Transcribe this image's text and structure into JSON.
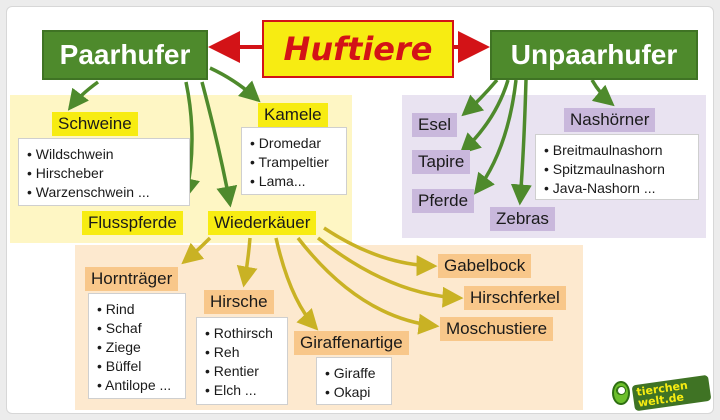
{
  "title": "Huftiere",
  "groups": {
    "paarhufer": "Paarhufer",
    "unpaarhufer": "Unpaarhufer"
  },
  "paarhufer_children": {
    "schweine": {
      "label": "Schweine",
      "items": [
        "Wildschwein",
        "Hirscheber",
        "Warzenschwein ..."
      ]
    },
    "kamele": {
      "label": "Kamele",
      "items": [
        "Dromedar",
        "Trampeltier",
        "Lama..."
      ]
    },
    "flusspferde": {
      "label": "Flusspferde"
    },
    "wiederkaeuer": {
      "label": "Wiederkäuer"
    }
  },
  "wiederkaeuer_children": {
    "horntraeger": {
      "label": "Hornträger",
      "items": [
        "Rind",
        "Schaf",
        "Ziege",
        "Büffel",
        "Antilope ..."
      ]
    },
    "hirsche": {
      "label": "Hirsche",
      "items": [
        "Rothirsch",
        "Reh",
        "Rentier",
        "Elch ..."
      ]
    },
    "giraffenartige": {
      "label": "Giraffenartige",
      "items": [
        "Giraffe",
        "Okapi"
      ]
    },
    "gabelbock": {
      "label": "Gabelbock"
    },
    "hirschferkel": {
      "label": "Hirschferkel"
    },
    "moschustiere": {
      "label": "Moschustiere"
    }
  },
  "unpaarhufer_children": {
    "esel": {
      "label": "Esel"
    },
    "tapire": {
      "label": "Tapire"
    },
    "pferde": {
      "label": "Pferde"
    },
    "zebras": {
      "label": "Zebras"
    },
    "nashoerner": {
      "label": "Nashörner",
      "items": [
        "Breitmaulnashorn",
        "Spitzmaulnashorn",
        "Java-Nashorn ..."
      ]
    }
  },
  "logo": {
    "text": "tierchen welt.de"
  },
  "colors": {
    "group_green": "#4e8a2c",
    "title_yellow": "#f7ec12",
    "title_red": "#d31317",
    "label_yellow": "#f7ec12",
    "label_purple": "#c9b8dc",
    "label_orange": "#f8c78a",
    "arrow_olive": "#c9b224"
  }
}
